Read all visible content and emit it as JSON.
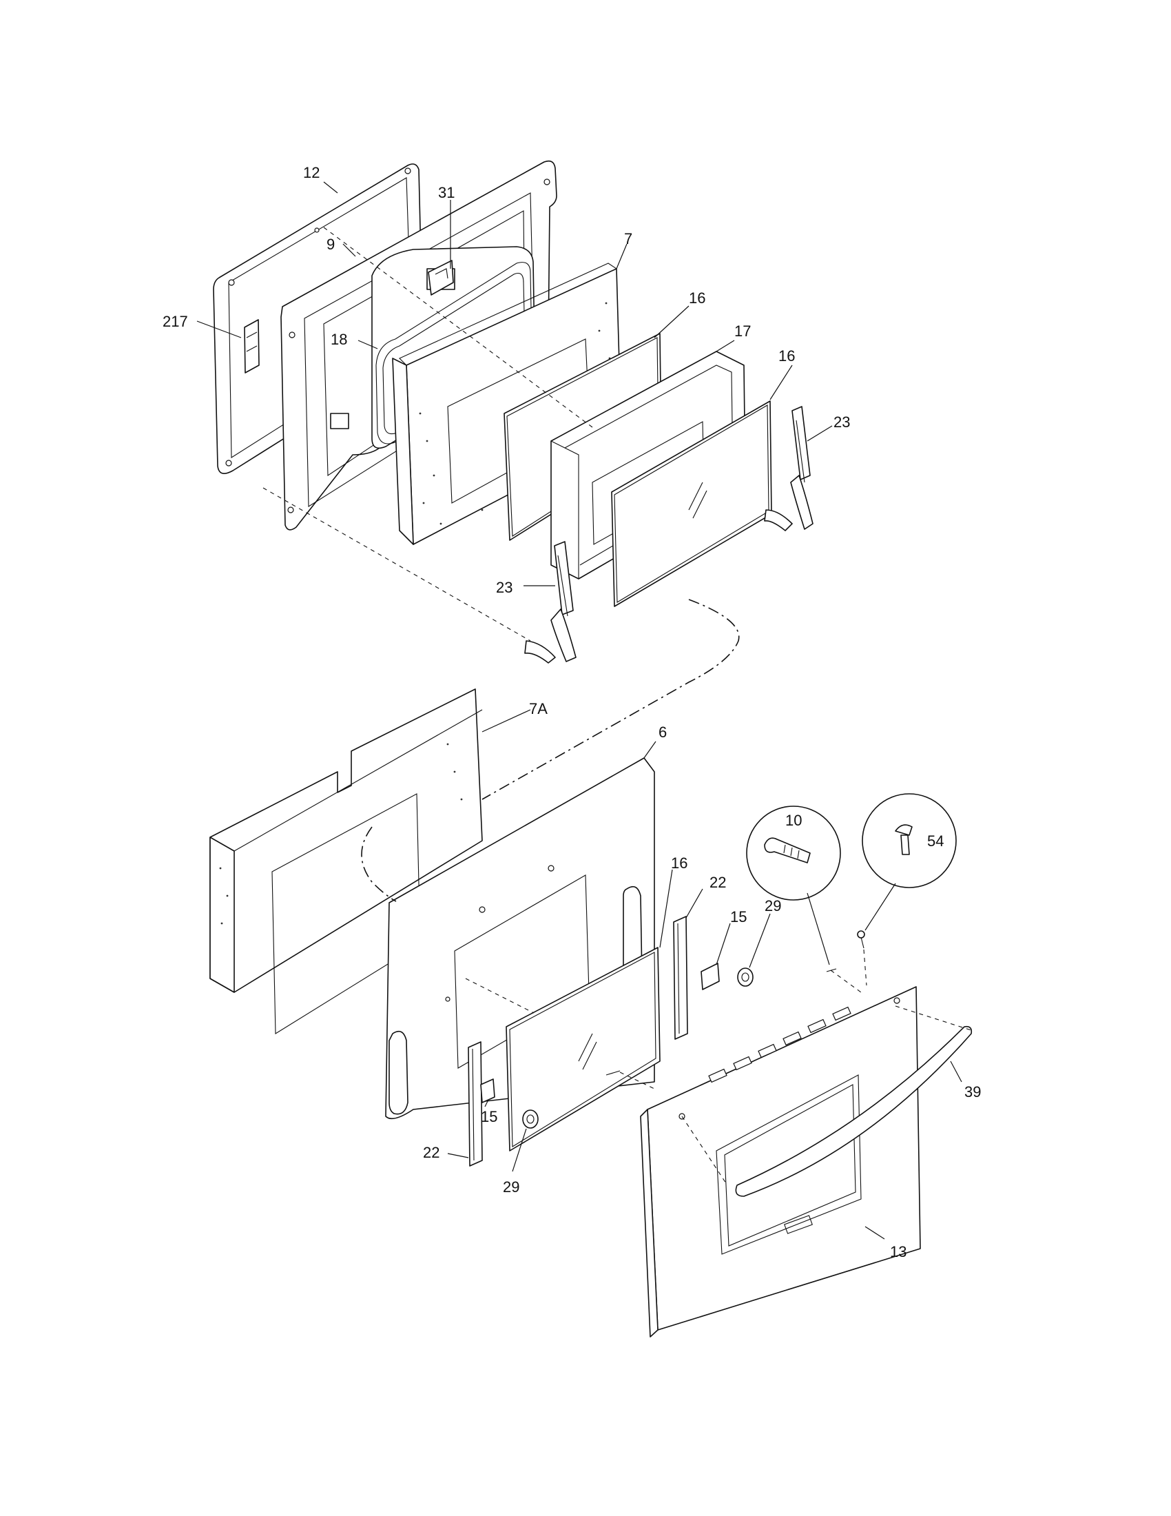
{
  "callouts": {
    "c12": "12",
    "c31": "31",
    "c9": "9",
    "c7": "7",
    "c217": "217",
    "c18": "18",
    "c16a": "16",
    "c17": "17",
    "c16b": "16",
    "c23a": "23",
    "c23b": "23",
    "c7A": "7A",
    "c6": "6",
    "c10": "10",
    "c54": "54",
    "c16c": "16",
    "c22a": "22",
    "c15a": "15",
    "c29a": "29",
    "c39": "39",
    "c15b": "15",
    "c22b": "22",
    "c29b": "29",
    "c13": "13"
  }
}
